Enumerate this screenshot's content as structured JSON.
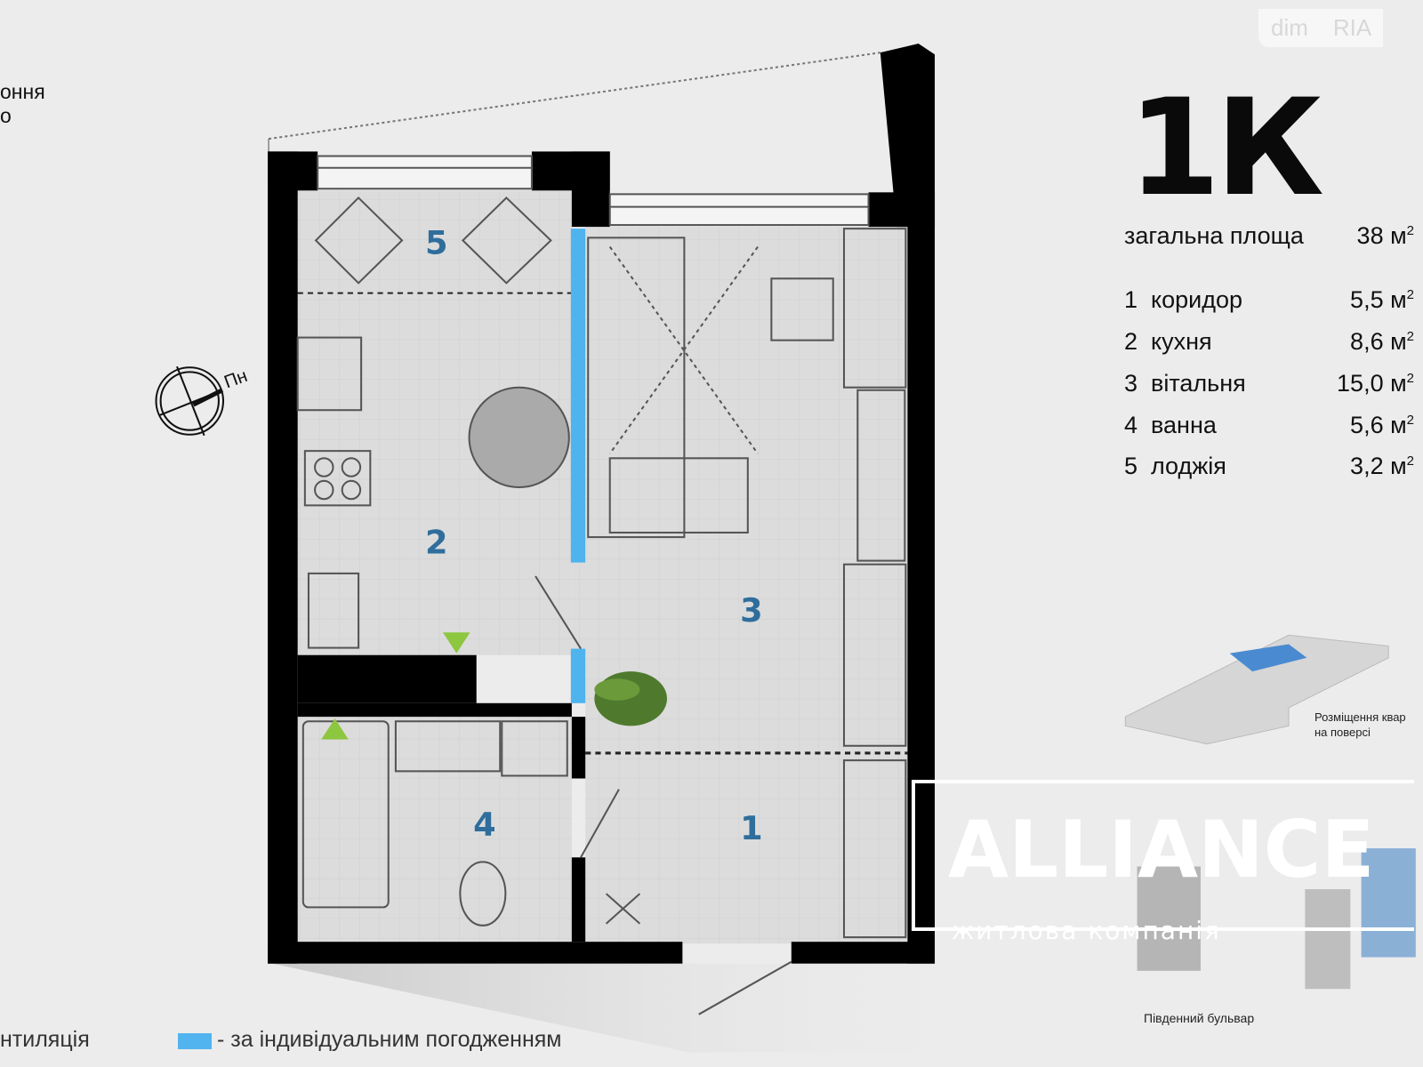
{
  "watermark": {
    "left": "dim",
    "right": "RIA"
  },
  "title": "1К",
  "total": {
    "label": "загальна площа",
    "value": "38 м",
    "unit_sup": "2"
  },
  "rooms": [
    {
      "num": "1",
      "name": "коридор",
      "area": "5,5 м"
    },
    {
      "num": "2",
      "name": "кухня",
      "area": "8,6 м"
    },
    {
      "num": "3",
      "name": "вітальня",
      "area": "15,0 м"
    },
    {
      "num": "4",
      "name": "ванна",
      "area": "5,6 м"
    },
    {
      "num": "5",
      "name": "лоджія",
      "area": "3,2 м"
    }
  ],
  "sup": "2",
  "plan_labels": {
    "r1": "1",
    "r2": "2",
    "r3": "3",
    "r4": "4",
    "r5": "5"
  },
  "compass": {
    "label": "Пн"
  },
  "left_partial": {
    "line1": "оння",
    "line2": "о"
  },
  "location": {
    "line1": "Розміщення квар",
    "line2": "на поверсі"
  },
  "street": "Південний бульвар",
  "brand": {
    "name": "ALLIANCE",
    "tagline": "житлова компанія"
  },
  "legend": {
    "left_partial": "нтиляція",
    "blue": "- за індивідуальним погодженням"
  },
  "colors": {
    "wall": "#000000",
    "partition_blue": "#4fb3ee",
    "room_label": "#2f6e9c",
    "brand_blue": "#3d7fc4"
  }
}
